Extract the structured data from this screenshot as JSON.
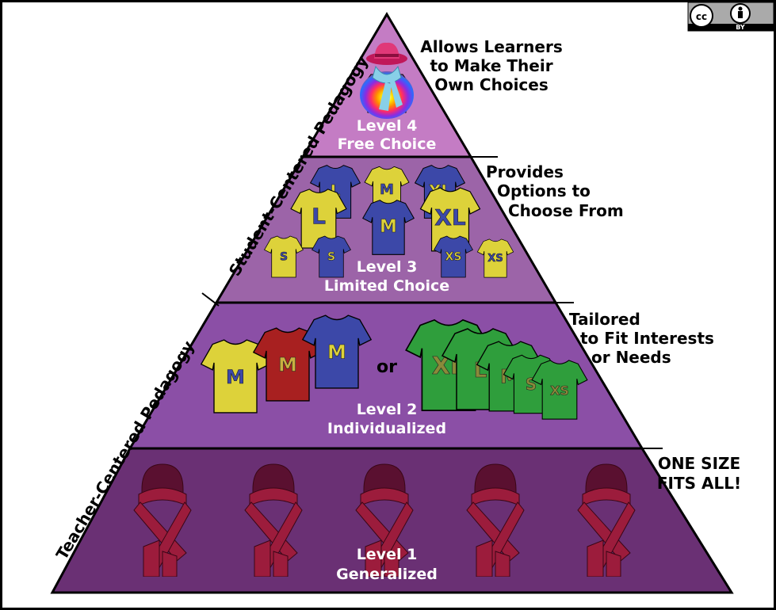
{
  "license_badge": {
    "by_label": "BY"
  },
  "colors": {
    "level4": "#c47cc4",
    "level3": "#9c64a8",
    "level2": "#8b4fa6",
    "level1": "#6a3074",
    "shirt_yellow": "#ddd23a",
    "shirt_blue": "#3c48a8",
    "shirt_red": "#a82020",
    "shirt_green": "#2f9e3c",
    "scarf": "#9c1c3c"
  },
  "axis": {
    "student": "Student-Centered Pedagogy",
    "teacher": "Teacher-Centered Pedagogy"
  },
  "levels": [
    {
      "line1": "Level 4",
      "line2": "Free Choice",
      "side": [
        "Allows Learners",
        "to Make Their",
        "Own Choices"
      ]
    },
    {
      "line1": "Level 3",
      "line2": "Limited Choice",
      "side": [
        "Provides",
        "Options to",
        "Choose From"
      ]
    },
    {
      "line1": "Level 2",
      "line2": "Individualized",
      "side": [
        "Tailored",
        "to Fit Interests",
        "or Needs"
      ]
    },
    {
      "line1": "Level  1",
      "line2": "Generalized",
      "side": [
        "ONE SIZE",
        "FITS ALL!"
      ]
    }
  ],
  "level3_shirts": [
    {
      "size": "L",
      "color": "blue"
    },
    {
      "size": "M",
      "color": "yellow"
    },
    {
      "size": "XL",
      "color": "blue"
    },
    {
      "size": "L",
      "color": "yellow"
    },
    {
      "size": "M",
      "color": "blue"
    },
    {
      "size": "XL",
      "color": "yellow"
    },
    {
      "size": "S",
      "color": "yellow"
    },
    {
      "size": "S",
      "color": "blue"
    },
    {
      "size": "XS",
      "color": "blue"
    },
    {
      "size": "XS",
      "color": "yellow"
    }
  ],
  "level2_left_shirts": [
    {
      "size": "M",
      "color": "yellow"
    },
    {
      "size": "M",
      "color": "red"
    },
    {
      "size": "M",
      "color": "blue"
    }
  ],
  "level2_or": "or",
  "level2_right_shirts": [
    {
      "size": "XL"
    },
    {
      "size": "L"
    },
    {
      "size": "M"
    },
    {
      "size": "S"
    },
    {
      "size": "XS"
    }
  ]
}
